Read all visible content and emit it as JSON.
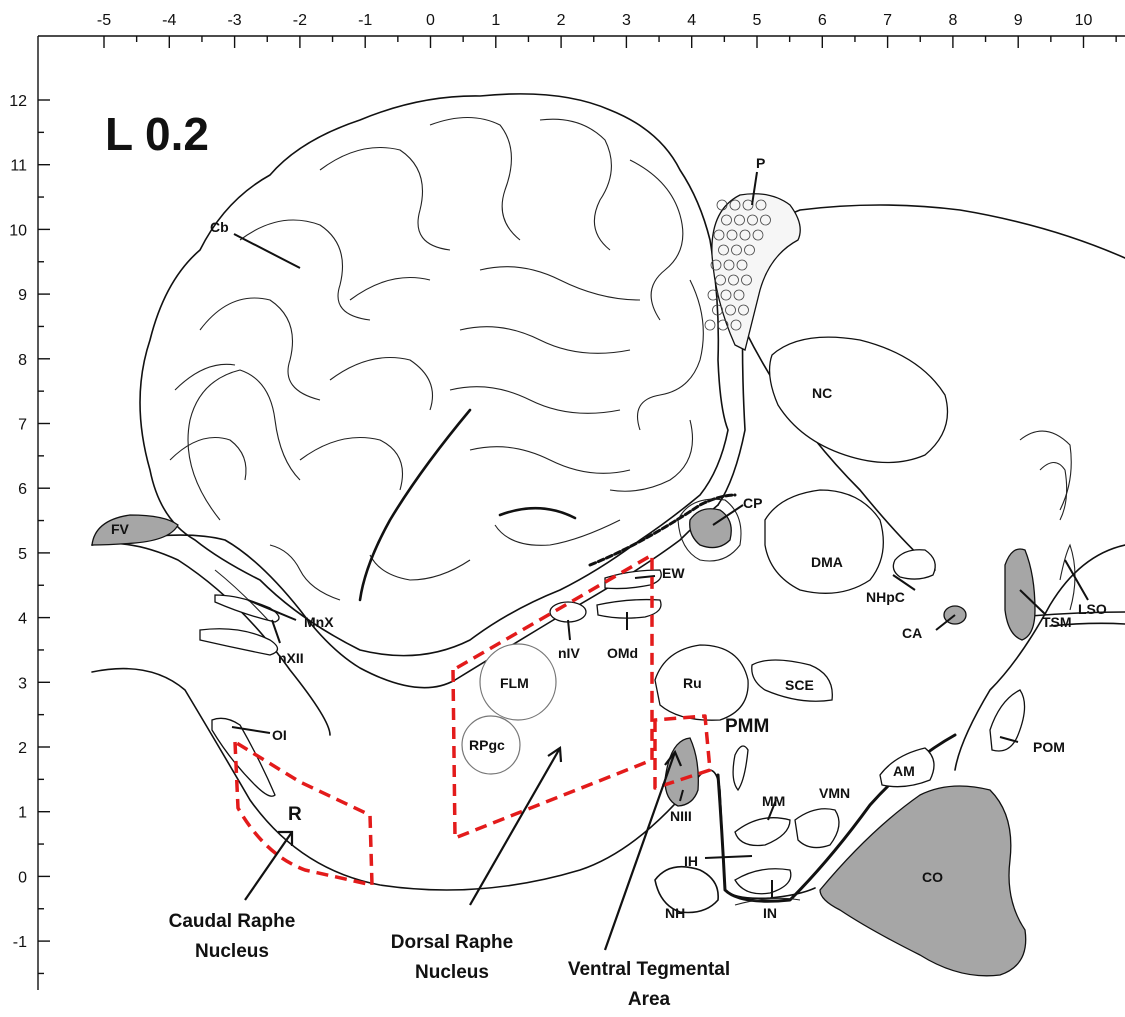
{
  "section_label": "L 0.2",
  "axes": {
    "x_ticks": [
      "-5",
      "-4",
      "-3",
      "-2",
      "-1",
      "0",
      "1",
      "2",
      "3",
      "4",
      "5",
      "6",
      "7",
      "8",
      "9",
      "10"
    ],
    "y_ticks": [
      "12",
      "11",
      "10",
      "9",
      "8",
      "7",
      "6",
      "5",
      "4",
      "3",
      "2",
      "1",
      "0",
      "-1"
    ]
  },
  "structures": {
    "cb": "Cb",
    "p": "P",
    "nc": "NC",
    "cp": "CP",
    "dma": "DMA",
    "nhpc": "NHpC",
    "ca": "CA",
    "tsm": "TSM",
    "lso": "LSO",
    "ew": "EW",
    "niv": "nIV",
    "omd": "OMd",
    "mnx": "MnX",
    "nxii": "nXII",
    "fv": "FV",
    "flm": "FLM",
    "rpgc": "RPgc",
    "ru": "Ru",
    "sce": "SCE",
    "oi": "OI",
    "r": "R",
    "pmm": "PMM",
    "mm": "MM",
    "vmn": "VMN",
    "am": "AM",
    "pom": "POM",
    "niii": "NIII",
    "ih": "IH",
    "nh": "NH",
    "in": "IN",
    "co": "CO"
  },
  "callouts": {
    "caudal_line1": "Caudal Raphe",
    "caudal_line2": "Nucleus",
    "dorsal_line1": "Dorsal Raphe",
    "dorsal_line2": "Nucleus",
    "vta_line1": "Ventral Tegmental",
    "vta_line2": "Area"
  },
  "colors": {
    "roi_outline": "#e31b1b",
    "shaded_nucleus": "#a6a6a6",
    "line": "#111111"
  }
}
